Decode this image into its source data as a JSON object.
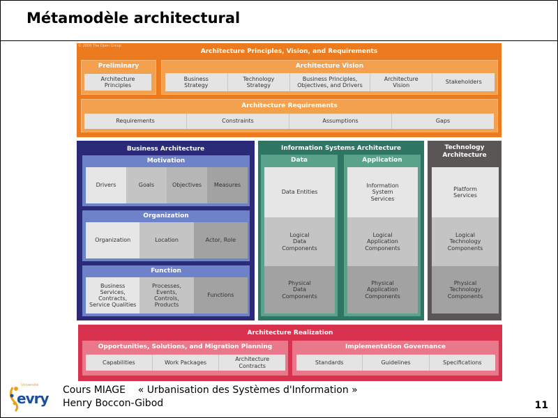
{
  "slide": {
    "title": "Métamodèle architectural",
    "page_number": "11"
  },
  "footer": {
    "line1": "Cours MIAGE    « Urbanisation des Systèmes d'Information »",
    "line2": "Henry Boccon-Gibod",
    "logo_text": "evry",
    "logo_small": "Université"
  },
  "diagram": {
    "copyright": "© 2009 The Open Group",
    "principles": {
      "title": "Architecture Principles, Vision, and Requirements",
      "preliminary": {
        "title": "Preliminary",
        "items": [
          "Architecture\nPrinciples"
        ]
      },
      "vision": {
        "title": "Architecture Vision",
        "items": [
          "Business\nStrategy",
          "Technology\nStrategy",
          "Business Principles,\nObjectives, and Drivers",
          "Architecture\nVision",
          "Stakeholders"
        ]
      },
      "requirements": {
        "title": "Architecture Requirements",
        "items": [
          "Requirements",
          "Constraints",
          "Assumptions",
          "Gaps"
        ]
      }
    },
    "business": {
      "title": "Business Architecture",
      "motivation": {
        "title": "Motivation",
        "items": [
          "Drivers",
          "Goals",
          "Objectives",
          "Measures"
        ]
      },
      "organization": {
        "title": "Organization",
        "items": [
          "Organization",
          "Location",
          "Actor, Role"
        ]
      },
      "function": {
        "title": "Function",
        "items": [
          "Business\nServices,\nContracts,\nService Qualities",
          "Processes,\nEvents,\nControls,\nProducts",
          "Functions"
        ]
      }
    },
    "information_systems": {
      "title": "Information Systems Architecture",
      "data": {
        "title": "Data",
        "items": [
          "Data Entities",
          "Logical\nData\nComponents",
          "Physical\nData\nComponents"
        ]
      },
      "application": {
        "title": "Application",
        "items": [
          "Information\nSystem\nServices",
          "Logical\nApplication\nComponents",
          "Physical\nApplication\nComponents"
        ]
      }
    },
    "technology": {
      "title": "Technology\nArchitecture",
      "items": [
        "Platform\nServices",
        "Logical\nTechnology\nComponents",
        "Physical\nTechnology\nComponents"
      ]
    },
    "realization": {
      "title": "Architecture Realization",
      "opportunities": {
        "title": "Opportunities, Solutions, and Migration Planning",
        "items": [
          "Capabilities",
          "Work Packages",
          "Architecture\nContracts"
        ]
      },
      "governance": {
        "title": "Implementation Governance",
        "items": [
          "Standards",
          "Guidelines",
          "Specifications"
        ]
      }
    }
  }
}
